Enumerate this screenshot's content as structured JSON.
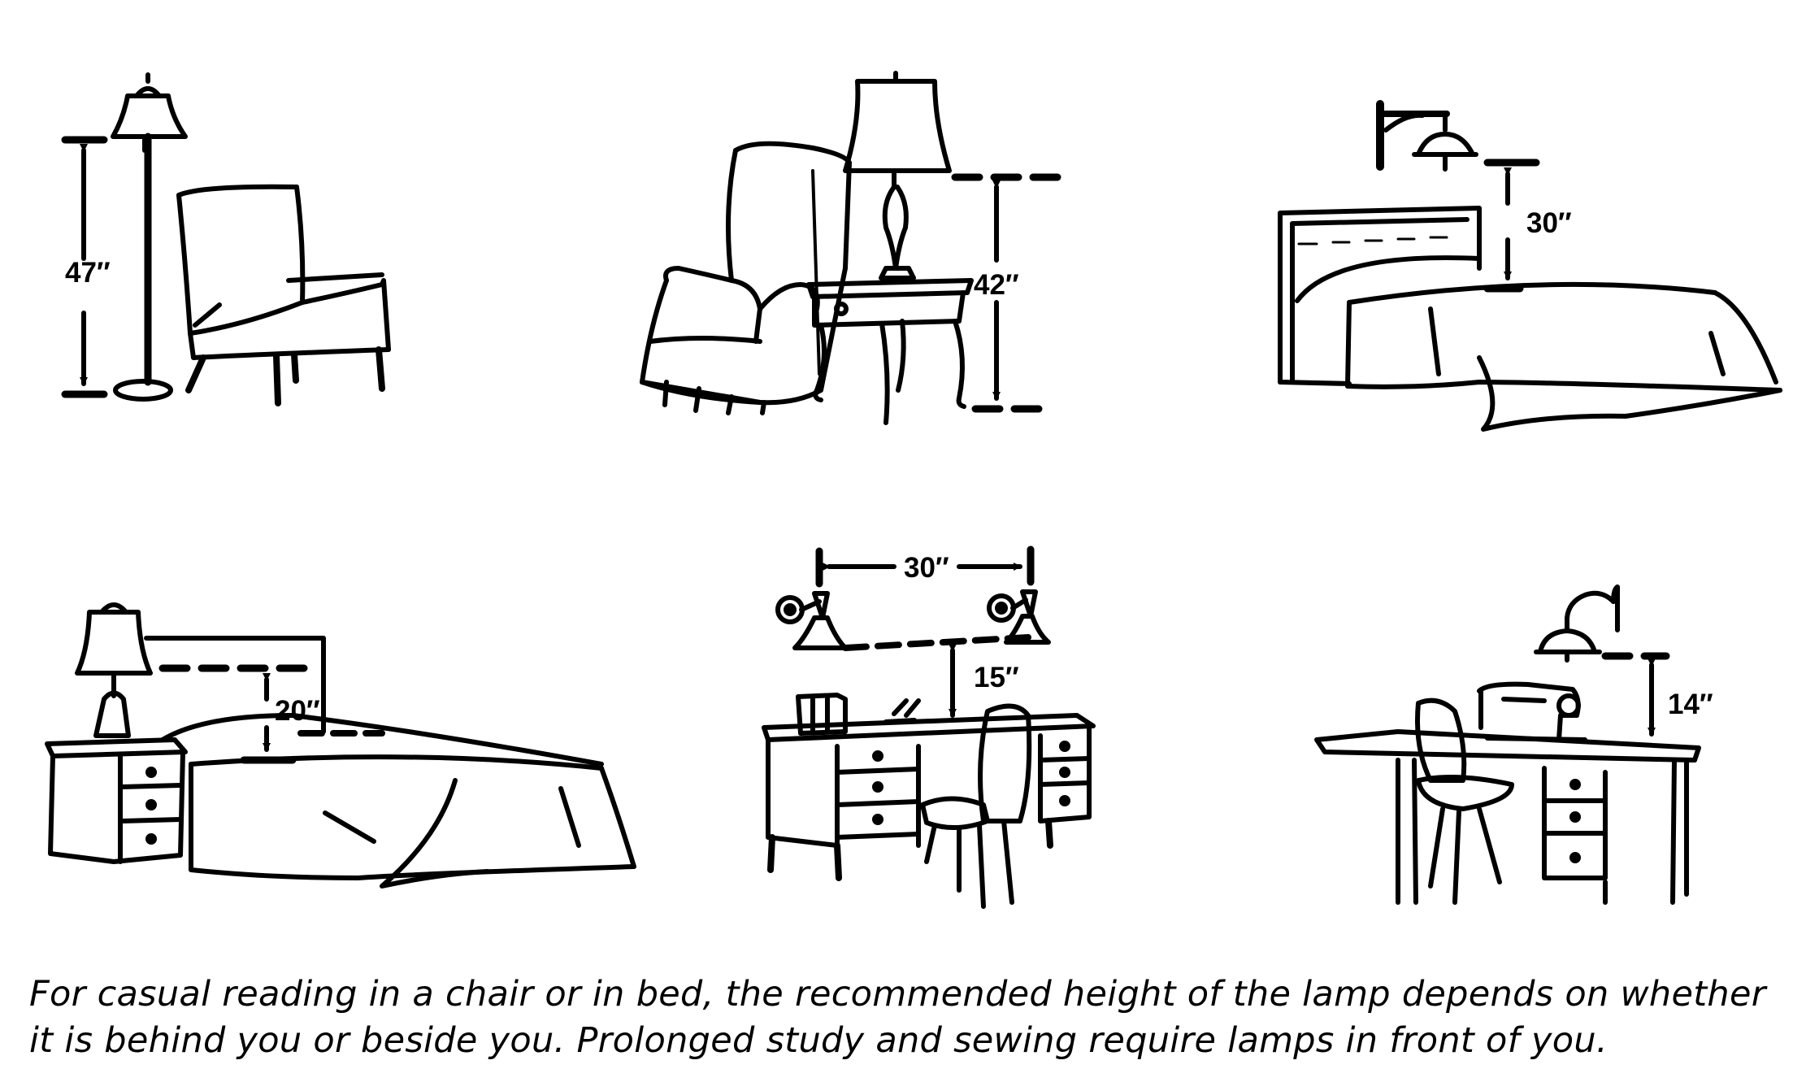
{
  "labels": {
    "floor_lamp_height": "47″",
    "table_lamp_height": "42″",
    "wall_lamp_bed_height": "30″",
    "bedside_lamp_height": "20″",
    "desk_lamp_spacing": "30″",
    "desk_lamp_height": "15″",
    "sewing_lamp_height": "14″"
  },
  "caption": {
    "line1": "For casual reading in a chair or in bed, the recommended height of the lamp depends on whether",
    "line2": "it is behind you or beside you. Prolonged study and sewing require lamps in front of you."
  }
}
